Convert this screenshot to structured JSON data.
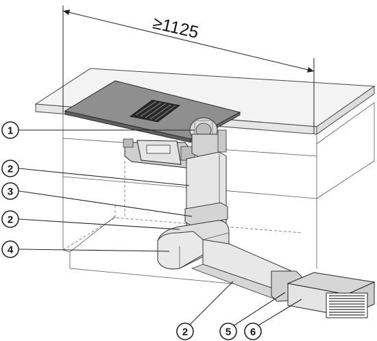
{
  "dimension": {
    "label": "≥1125"
  },
  "callouts": [
    {
      "label": "1"
    },
    {
      "label": "2"
    },
    {
      "label": "3"
    },
    {
      "label": "2"
    },
    {
      "label": "4"
    },
    {
      "label": "2"
    },
    {
      "label": "5"
    },
    {
      "label": "6"
    }
  ],
  "colors": {
    "cabinet_fill": "#f1f1f1",
    "hob_fill": "#8f8f8f",
    "duct_fill": "#e4e4e4",
    "outline": "#333333"
  }
}
